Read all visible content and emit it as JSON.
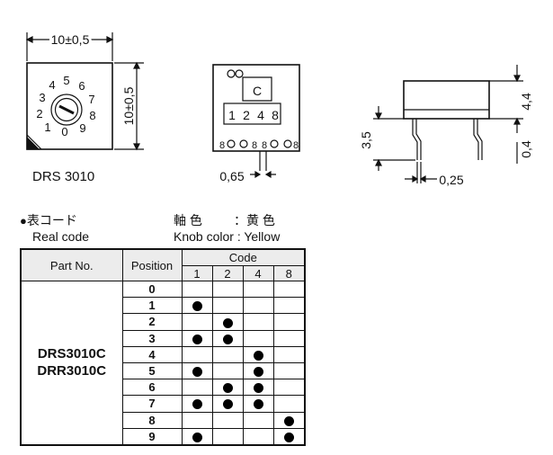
{
  "drawings": {
    "top_view": {
      "width_dim": "10±0,5",
      "height_dim": "10±0,5",
      "dial_numbers": [
        "0",
        "1",
        "2",
        "3",
        "4",
        "5",
        "6",
        "7",
        "8",
        "9"
      ]
    },
    "pin_view": {
      "cover_letter": "C",
      "code_labels": [
        "1",
        "2",
        "4",
        "8"
      ],
      "pin_labels": [
        "8",
        "8",
        "8",
        "8"
      ],
      "pitch_dim": "0,65"
    },
    "side_view": {
      "height_dim": "4,4",
      "pin_length_dim": "3,5",
      "pin_offset_dim": "0,4",
      "pin_width_dim": "0,25"
    },
    "model_label": "DRS 3010"
  },
  "legend": {
    "jp_code": "表コード",
    "real_code": "Real code",
    "knob_color_jp_label": "軸 色",
    "knob_color_jp_value": "：黄 色",
    "knob_color_en": "Knob color : Yellow"
  },
  "table": {
    "header_part_no": "Part No.",
    "header_position": "Position",
    "header_code": "Code",
    "code_columns": [
      "1",
      "2",
      "4",
      "8"
    ],
    "part_numbers": [
      "DRS3010C",
      "DRR3010C"
    ],
    "rows": [
      {
        "position": "0",
        "bits": [
          false,
          false,
          false,
          false
        ]
      },
      {
        "position": "1",
        "bits": [
          true,
          false,
          false,
          false
        ]
      },
      {
        "position": "2",
        "bits": [
          false,
          true,
          false,
          false
        ]
      },
      {
        "position": "3",
        "bits": [
          true,
          true,
          false,
          false
        ]
      },
      {
        "position": "4",
        "bits": [
          false,
          false,
          true,
          false
        ]
      },
      {
        "position": "5",
        "bits": [
          true,
          false,
          true,
          false
        ]
      },
      {
        "position": "6",
        "bits": [
          false,
          true,
          true,
          false
        ]
      },
      {
        "position": "7",
        "bits": [
          true,
          true,
          true,
          false
        ]
      },
      {
        "position": "8",
        "bits": [
          false,
          false,
          false,
          true
        ]
      },
      {
        "position": "9",
        "bits": [
          true,
          false,
          false,
          true
        ]
      }
    ]
  }
}
